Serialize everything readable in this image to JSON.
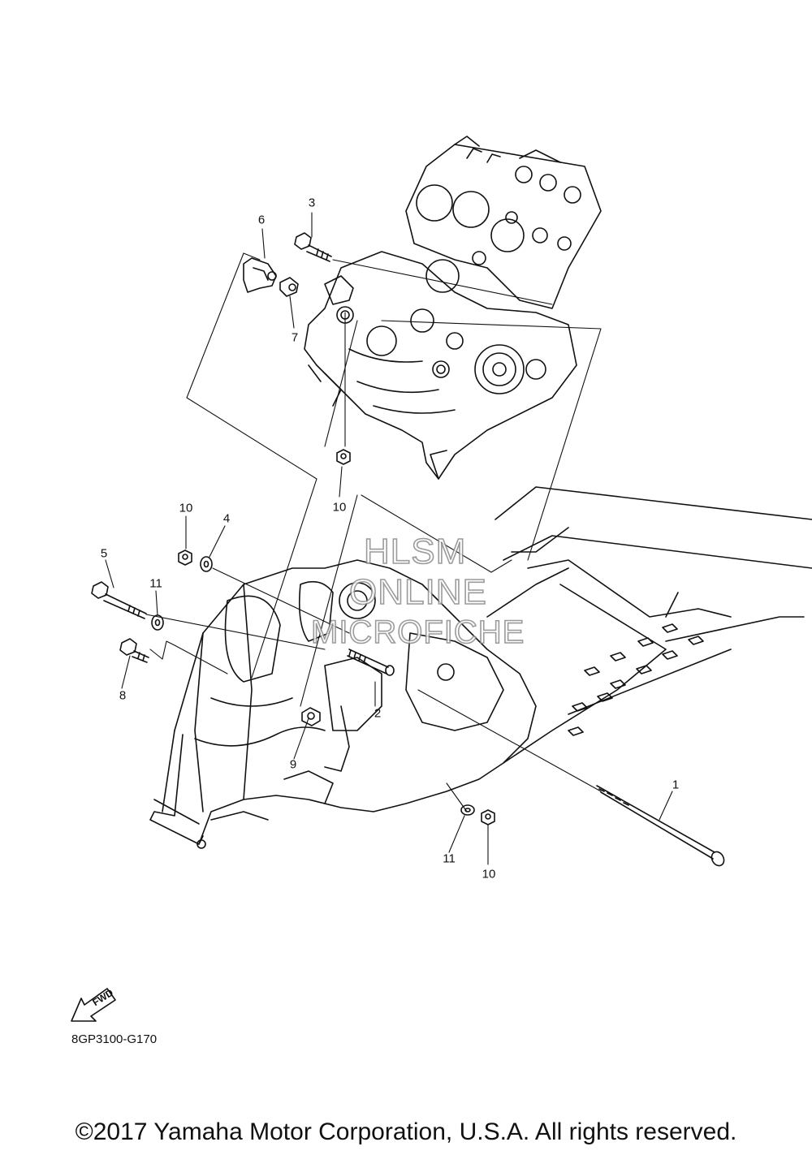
{
  "callouts": [
    {
      "id": "1",
      "label": "1"
    },
    {
      "id": "2",
      "label": "2"
    },
    {
      "id": "3",
      "label": "3"
    },
    {
      "id": "4",
      "label": "4"
    },
    {
      "id": "5",
      "label": "5"
    },
    {
      "id": "6",
      "label": "6"
    },
    {
      "id": "7",
      "label": "7"
    },
    {
      "id": "8",
      "label": "8"
    },
    {
      "id": "9",
      "label": "9"
    },
    {
      "id": "10a",
      "label": "10"
    },
    {
      "id": "10b",
      "label": "10"
    },
    {
      "id": "10c",
      "label": "10"
    },
    {
      "id": "11a",
      "label": "11"
    },
    {
      "id": "11b",
      "label": "11"
    }
  ],
  "watermark": {
    "line1": "HLSM",
    "line2": "ONLINE",
    "line3": "MICROFICHE"
  },
  "fwd_label": "FWD",
  "reference_code": "8GP3100-G170",
  "copyright": "©2017 Yamaha Motor Corporation, U.S.A. All rights reserved."
}
